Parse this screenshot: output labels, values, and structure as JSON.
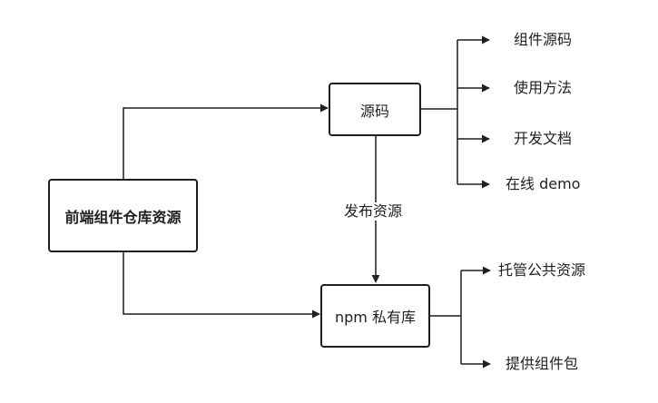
{
  "diagram": {
    "root": {
      "label": "前端组件仓库资源"
    },
    "source": {
      "label": "源码"
    },
    "npm": {
      "label": "npm 私有库"
    },
    "edge_publish": {
      "label": "发布资源"
    },
    "source_children": [
      {
        "label": "组件源码"
      },
      {
        "label": "使用方法"
      },
      {
        "label": "开发文档"
      },
      {
        "label": "在线 demo"
      }
    ],
    "npm_children": [
      {
        "label": "托管公共资源"
      },
      {
        "label": "提供组件包"
      }
    ]
  },
  "colors": {
    "stroke": "#1f1f1f",
    "background": "#ffffff"
  }
}
